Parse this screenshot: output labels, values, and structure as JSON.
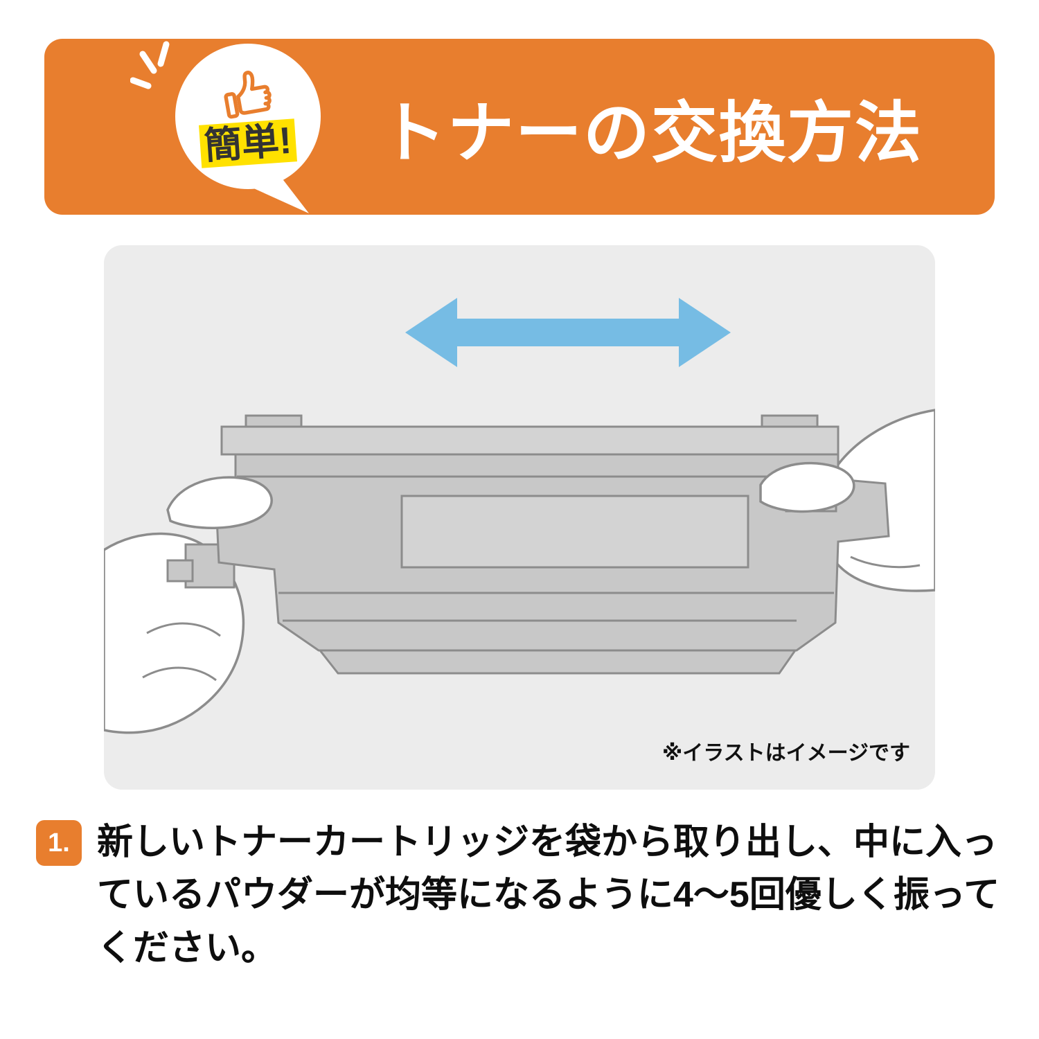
{
  "colors": {
    "orange": "#E87E2E",
    "yellow": "#FFE100",
    "panel-gray": "#ECECEC",
    "arrow-blue": "#76BCE4",
    "cartridge-gray": "#C8C8C8",
    "outline-gray": "#8C8C8C"
  },
  "banner": {
    "bubble_label": "簡単!",
    "title": "トナーの交換方法"
  },
  "illustration": {
    "note": "※イラストはイメージです"
  },
  "steps": [
    {
      "number": "1.",
      "text": "新しいトナーカートリッジを袋から取り出し、中に入っているパウダーが均等になるように4〜5回優しく振ってください。"
    }
  ]
}
